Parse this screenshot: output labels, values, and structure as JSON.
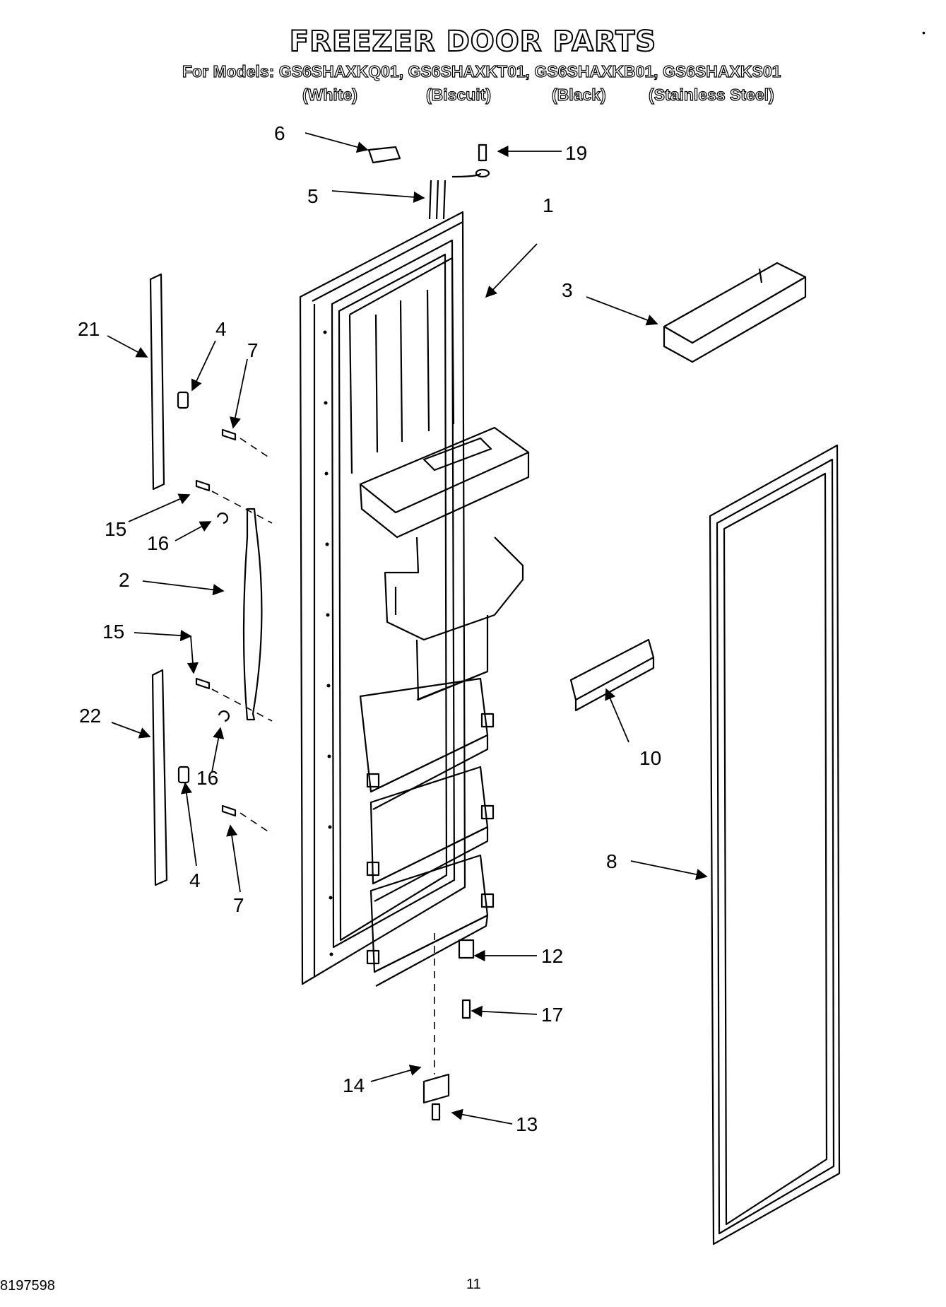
{
  "header": {
    "title": "FREEZER DOOR PARTS",
    "models_line": "For Models: GS6SHAXKQ01, GS6SHAXKT01, GS6SHAXKB01, GS6SHAXKS01",
    "colors": [
      "(White)",
      "(Biscuit)",
      "(Black)",
      "(Stainless Steel)"
    ]
  },
  "callouts": {
    "c1": "1",
    "c2": "2",
    "c3": "3",
    "c4a": "4",
    "c4b": "4",
    "c5": "5",
    "c6": "6",
    "c7a": "7",
    "c7b": "7",
    "c8": "8",
    "c10": "10",
    "c12": "12",
    "c13": "13",
    "c14": "14",
    "c15a": "15",
    "c15b": "15",
    "c16a": "16",
    "c16b": "16",
    "c17": "17",
    "c19": "19",
    "c21": "21",
    "c22": "22"
  },
  "footer": {
    "doc_number": "8197598",
    "page_number": "11"
  }
}
